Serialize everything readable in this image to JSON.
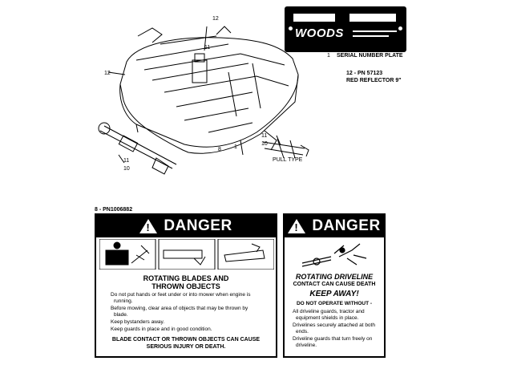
{
  "callouts": {
    "c12_top": "12",
    "c11_top": "11",
    "c12_left": "12",
    "c11_pull": "11",
    "c10_pull": "10",
    "c11_bottom": "11",
    "c10_bottom": "10",
    "c8": "8",
    "c1_main": "1",
    "c1_plate": "1"
  },
  "serial_plate": {
    "brand": "WOODS",
    "caption": "SERIAL NUMBER PLATE"
  },
  "reflector": {
    "part": "12 - PN 57123",
    "desc": "RED REFLECTOR 9\""
  },
  "pull_type_label": "PULL TYPE",
  "decal8_part": "8 - PN1006882",
  "decal_left": {
    "header": "DANGER",
    "title_line1": "ROTATING BLADES AND",
    "title_line2": "THROWN OBJECTS",
    "bullets": [
      "Do not put hands or feet under or into mower when engine is",
      "running.",
      "Before mowing, clear area of objects that may be thrown by",
      "blade.",
      "Keep bystanders away.",
      "Keep guards in place and in good condition."
    ],
    "footer_line1": "BLADE CONTACT OR THROWN OBJECTS CAN CAUSE",
    "footer_line2": "SERIOUS INJURY OR DEATH."
  },
  "decal_right": {
    "header": "DANGER",
    "title": "ROTATING DRIVELINE",
    "sub": "CONTACT CAN CAUSE DEATH",
    "keep": "KEEP AWAY!",
    "dont": "DO NOT OPERATE WITHOUT -",
    "bullets": [
      "All driveline guards, tractor and",
      "equipment shields in place.",
      "Drivelines securely attached at both",
      "ends.",
      "Driveline guards that turn freely on",
      "driveline."
    ]
  }
}
